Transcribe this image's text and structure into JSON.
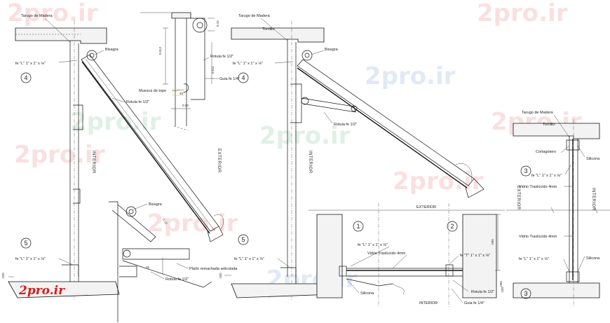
{
  "watermark": {
    "text": "2pro.ir",
    "logo_text": "2pro.ir",
    "colors": [
      "#1a8f4a",
      "#d81b1b",
      "#1f5fbf"
    ]
  },
  "labels": {
    "tarugo_1": "Tarugo de Madera",
    "tarugo_2": "Tarugo de Madera",
    "tarugo_3": "Tarugo de Madera",
    "tornillo_1": "Tornillo",
    "tornillo_2": "Tornillo",
    "bisagra_1": "Bisagra",
    "bisagra_2": "Bisagra",
    "bisagra_3": "Bisagra",
    "fe_L_4a": "fe \"L\" 1\" x 1\" x ⅛\"",
    "fe_L_5a": "fe \"L\" 1\" x 1\" x ⅛\"",
    "fe_L_4b": "fe \"L\" 1\" x 1\" x ⅛\"",
    "fe_L_5b": "fe \"L\" 1\" x 1\" x ⅛\"",
    "fe_L_plan": "fe \"L\" 1\" x 1\" x ⅛\"",
    "fe_L_3a": "fe \"L\" 1\" x 1\" x ⅛\"",
    "fe_L_3b": "fe \"L\" 1\" x 1\" x ⅛\"",
    "fe_T": "fe \"T\" 1\" x 1\" x ⅛\"",
    "rotula_1": "Rotula fe 1/2\"",
    "rotula_2": "Rotula fe 1/2\"",
    "rotula_3": "Rotula fe 1/2\"",
    "rotula_4": "Rotula fe 1/2\"",
    "rotula_5": "Rotula fe 1/2\"",
    "guia_1": "Guia fe 1/4\"",
    "guia_2": "Guia fe 1/4\"",
    "muesca": "Muesca de tope",
    "platin": "Platín remachada articulada",
    "cortagotero": "Cortagotero",
    "silicona_1": "Silicona",
    "silicona_2": "Silicona",
    "silicona_3": "Silicona",
    "vidrio_1": "Vidrio Traslúcido 4mm",
    "vidrio_2": "Vidrio Traslúcido 4mm",
    "vidrio_3": "Vidrio Traslúcido 4mm",
    "interior_v1": "INTERIOR",
    "exterior_v1": "EXTERIOR",
    "interior_v2": "INTERIOR",
    "exterior_h": "EXTERIOR",
    "interior_h": "INTERIOR",
    "exterior_v3": "EXTERIOR",
    "interior_v3": "INTERIOR"
  },
  "markers": {
    "m4a": "4",
    "m5a": "5",
    "m4b": "4",
    "m5b": "5",
    "m1": "1",
    "m2": "2",
    "m3a": "3",
    "m3b": "3"
  },
  "dimensions": {
    "d1": "0.15",
    "d2": "0.012",
    "d3": "0.011",
    "d4": "45°",
    "d5": "0.03",
    "d6": "0.12",
    "d7": ".025",
    "d8": ".025",
    "d9": ".025",
    "d10": "25",
    "d11": ".090",
    "d12": ".090"
  }
}
